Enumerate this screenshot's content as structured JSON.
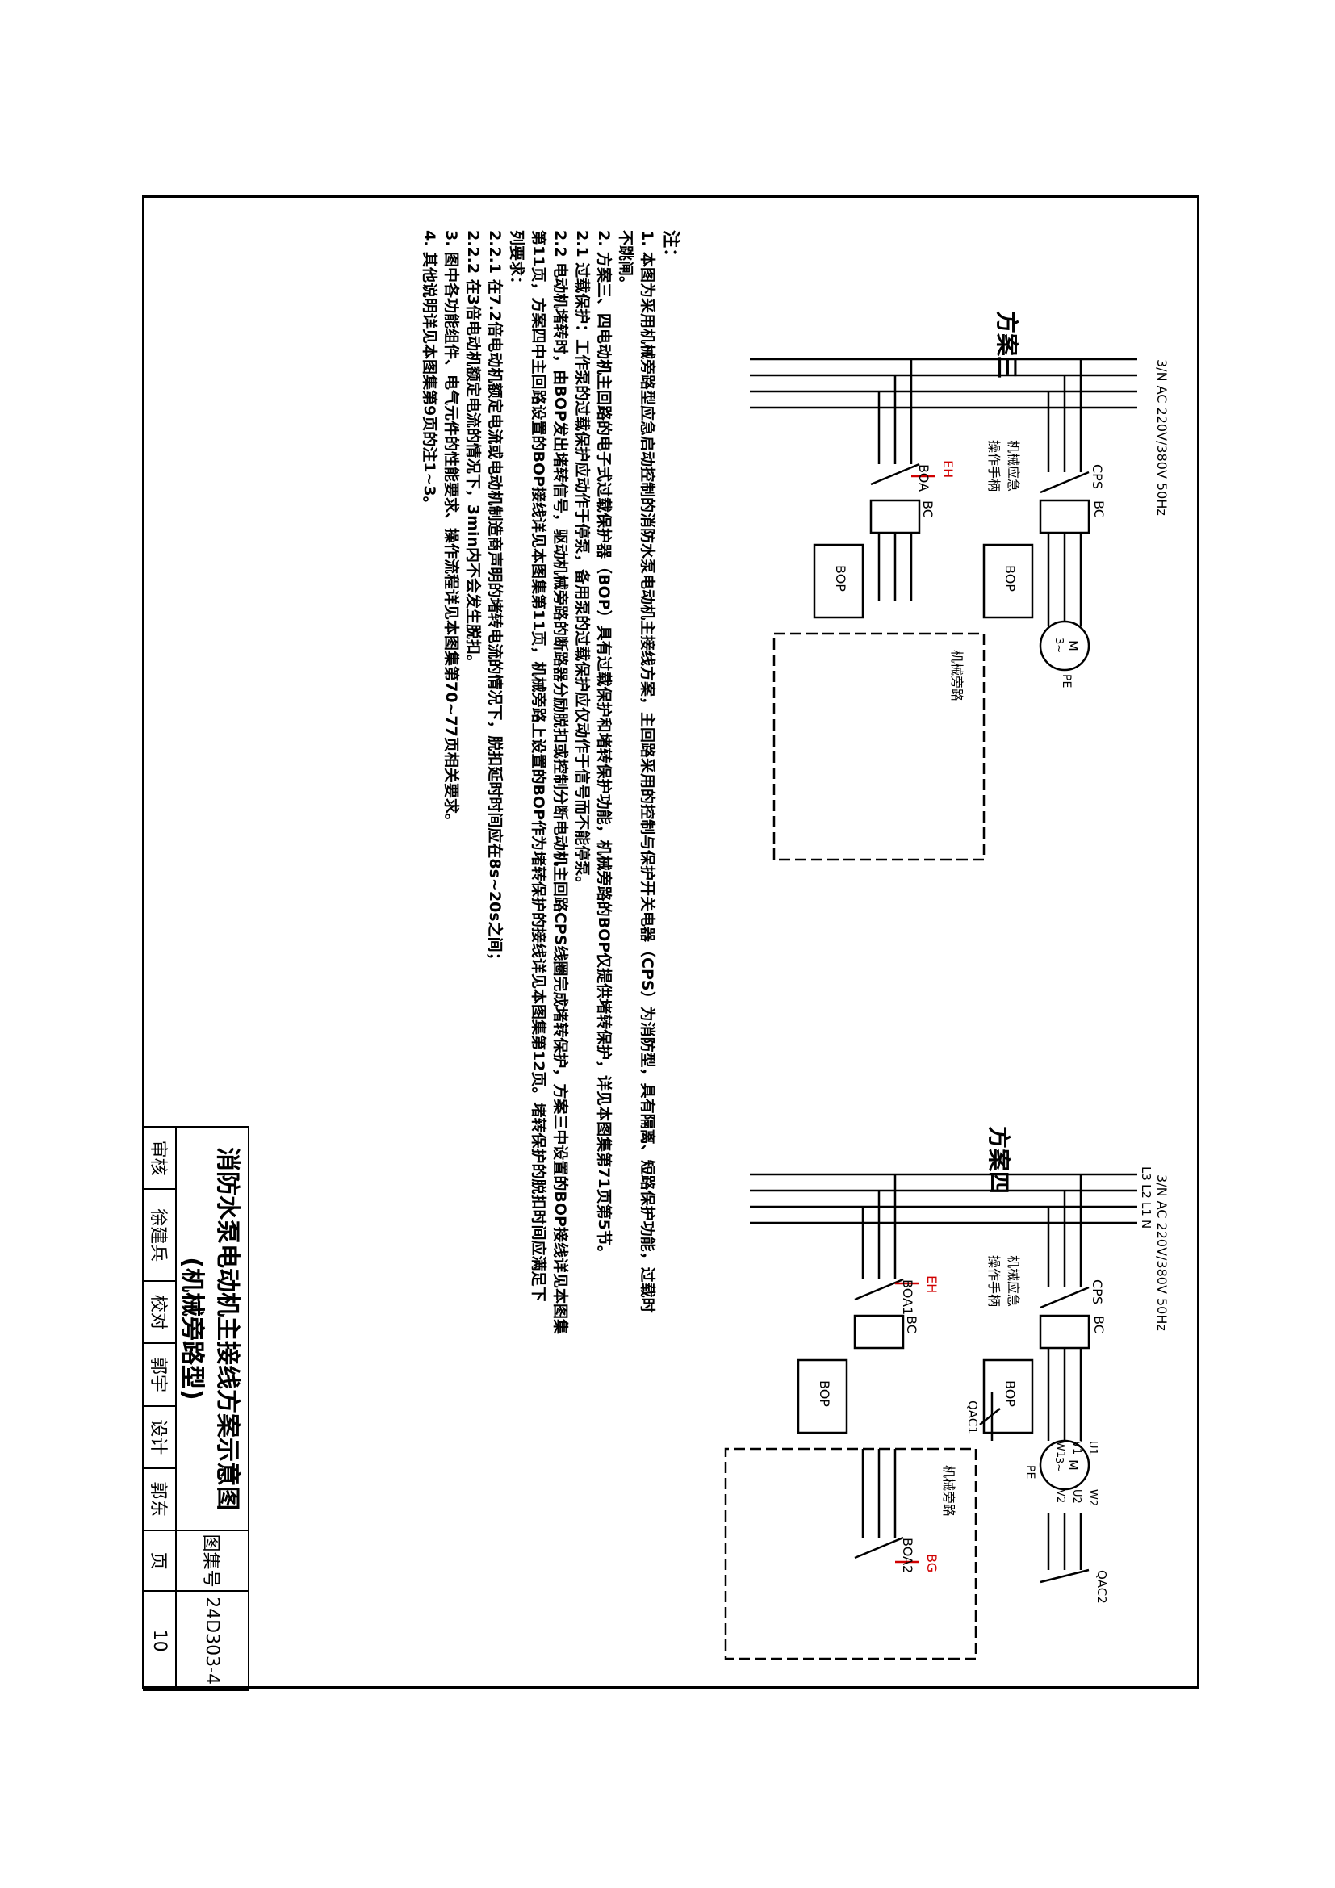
{
  "scheme3": {
    "title": "方案三",
    "supply": "3/N AC 220V/380V 50Hz",
    "cps": "CPS",
    "bc1": "BC",
    "bop1": "BOP",
    "handle": "机械应急\n操作手柄",
    "motor_m": "M",
    "motor_phase": "3~",
    "pe": "PE",
    "bypass": "机械旁路",
    "boa": "BOA",
    "eh": "EH",
    "bc2": "BC",
    "bop2": "BOP"
  },
  "scheme4": {
    "title": "方案四",
    "supply": "3/N AC 220V/380V 50Hz",
    "l3": "L3",
    "l2": "L2",
    "l1": "L1",
    "n": "N",
    "cps": "CPS",
    "bc1": "BC",
    "bop1": "BOP",
    "handle": "机械应急\n操作手柄",
    "qac1": "QAC1",
    "qac2": "QAC2",
    "u1": "U1",
    "v1": "V1",
    "w1": "W1",
    "u2": "U2",
    "v2": "V2",
    "w2": "W2",
    "motor_m": "M",
    "motor_phase": "3~",
    "pe": "PE",
    "bypass": "机械旁路",
    "boa1": "BOA1",
    "eh": "EH",
    "bc2": "BC",
    "bop2": "BOP",
    "boa2": "BOA2",
    "bg": "BG"
  },
  "notes": {
    "heading": "注：",
    "lines": [
      "1.  本图为采用机械旁路型应急启动控制的消防水泵电动机主接线方案，主回路采用的控制与保护开关电器（CPS）为消防型，具有隔离、短路保护功能，过载时",
      "    不跳闸。",
      "2.  方案三、四电动机主回路的电子式过载保护器（BOP）具有过载保护和堵转保护功能，机械旁路的BOP仅提供堵转保护，详见本图集第71页第5节。",
      "2.1 过载保护：工作泵的过载保护应动作于停泵，备用泵的过载保护应仅动作于信号而不能停泵。",
      "2.2 电动机堵转时，由BOP发出堵转信号，驱动机械旁路的断路器分励脱扣或控制分断电动机主回路CPS线圈完成堵转保护，方案三中设置的BOP接线详见本图集",
      "    第11页，方案四中主回路设置的BOP接线详见本图集第11页，机械旁路上设置的BOP作为堵转保护的接线详见本图集第12页。堵转保护的脱扣时间应满足下",
      "    列要求：",
      "2.2.1  在7.2倍电动机额定电流或电动机制造商声明的堵转电流的情况下，脱扣延时时间应在8s~20s之间；",
      "2.2.2  在3倍电动机额定电流的情况下，3min内不会发生脱扣。",
      "3.  图中各功能组件、电气元件的性能要求、操作流程详见本图集第70~77页相关要求。",
      "4.  其他说明详见本图集第9页的注1~3。"
    ]
  },
  "titleblock": {
    "main_title": "消防水泵电动机主接线方案示意图",
    "sub_title": "(机械旁路型)",
    "atlas_label": "图集号",
    "atlas_no": "24D303-4",
    "review_label": "审核",
    "review_name": "徐建兵",
    "check_label": "校对",
    "check_name": "郭宇",
    "design_label": "设计",
    "design_name": "郭东",
    "page_label": "页",
    "page_no": "10"
  }
}
